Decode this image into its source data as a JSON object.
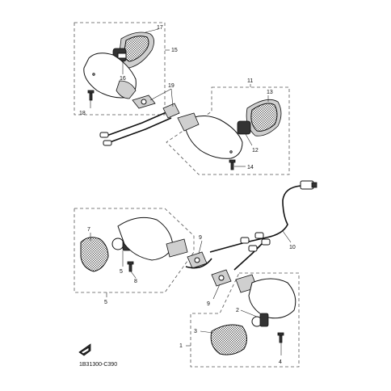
{
  "diagram": {
    "code": "1B31300-C390",
    "callouts": {
      "c1": "1",
      "c2": "2",
      "c3": "3",
      "c4": "4",
      "c5a": "5",
      "c5b": "5",
      "c7": "7",
      "c8": "8",
      "c9a": "9",
      "c9b": "9",
      "c10": "10",
      "c11": "11",
      "c12": "12",
      "c13": "13",
      "c14": "14",
      "c15": "15",
      "c16": "16",
      "c17": "17",
      "c18": "18",
      "c19": "19"
    }
  }
}
